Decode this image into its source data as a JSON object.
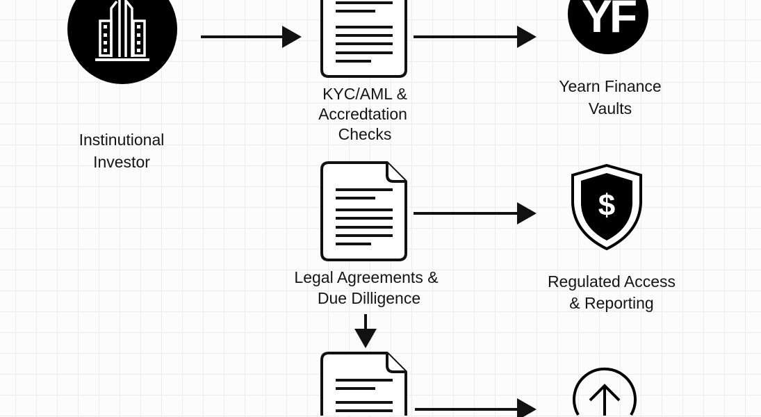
{
  "diagram": {
    "nodes": {
      "investor": {
        "icon": "building-icon",
        "label_lines": [
          "Instinutional",
          "Investor"
        ]
      },
      "kyc": {
        "icon": "document-icon",
        "label_lines": [
          "KYC/AML &",
          "Accredtation",
          "Checks"
        ]
      },
      "yearn": {
        "icon": "yf-logo-icon",
        "logo_text": "YF",
        "label_lines": [
          "Yearn Finance",
          "Vaults"
        ]
      },
      "legal": {
        "icon": "document-icon",
        "label_lines": [
          "Legal Agreements &",
          "Due Dilligence"
        ]
      },
      "regulated": {
        "icon": "shield-dollar-icon",
        "label_lines": [
          "Regulated Access",
          "& Reporting"
        ]
      },
      "third_doc": {
        "icon": "document-icon"
      },
      "upload": {
        "icon": "circle-arrow-up-icon"
      }
    },
    "colors": {
      "ink": "#111111",
      "background": "#fcfcfc",
      "grid": "#ececec"
    }
  }
}
